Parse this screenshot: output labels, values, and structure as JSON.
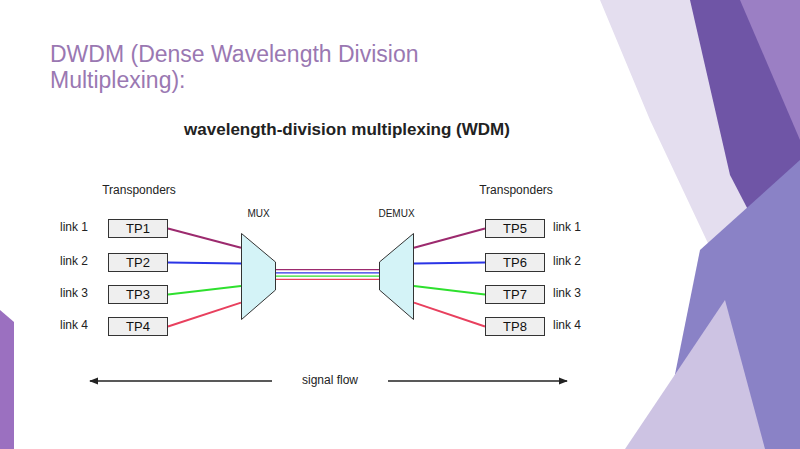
{
  "diagram": {
    "title": "DWDM (Dense Wavelength Division Multiplexing):",
    "nodes": [
      {
        "text": [
          "TP1"
        ]
      },
      {
        "text": [
          "TP2"
        ]
      },
      {
        "text": [
          "TP3"
        ]
      },
      {
        "text": [
          "TP4"
        ]
      },
      {
        "text": [
          "MUX"
        ]
      },
      {
        "text": [
          "DEMUX"
        ]
      },
      {
        "text": [
          "TP5"
        ]
      },
      {
        "text": [
          "TP6"
        ]
      },
      {
        "text": [
          "TP7"
        ]
      },
      {
        "text": [
          "TP8"
        ]
      }
    ],
    "edges": [
      {
        "from": 0,
        "to": 4,
        "arrow": "none"
      },
      {
        "from": 1,
        "to": 4,
        "arrow": "none"
      },
      {
        "from": 2,
        "to": 4,
        "arrow": "none"
      },
      {
        "from": 3,
        "to": 4,
        "arrow": "none"
      },
      {
        "from": 4,
        "to": 5,
        "arrow": "none"
      },
      {
        "from": 5,
        "to": 6,
        "arrow": "none"
      },
      {
        "from": 5,
        "to": 7,
        "arrow": "none"
      },
      {
        "from": 5,
        "to": 8,
        "arrow": "none"
      },
      {
        "from": 5,
        "to": 9,
        "arrow": "none"
      }
    ],
    "labels": [
      "wavelength-division multiplexing (WDM)",
      "Transponders",
      "Transponders",
      "link 1",
      "link 2",
      "link 3",
      "link 4",
      "link 1",
      "link 2",
      "link 3",
      "link 4",
      "signal flow"
    ]
  }
}
